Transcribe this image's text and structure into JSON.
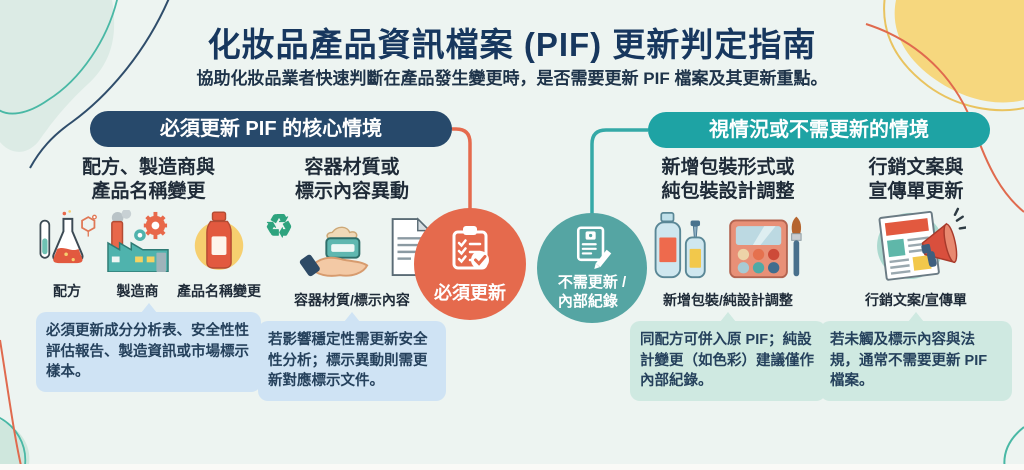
{
  "title": "化妝品產品資訊檔案 (PIF) 更新判定指南",
  "subtitle": "協助化妝品業者快速判斷在產品發生變更時，是否需要更新 PIF 檔案及其更新重點。",
  "left_section": {
    "header": "必須更新 PIF 的核心情境",
    "columns": [
      {
        "heading1": "配方、製造商與",
        "heading2": "產品名稱變更",
        "icon_labels": [
          "配方",
          "製造商",
          "產品名稱變更"
        ],
        "note": "必須更新成分分析表、安全性性評估報告、製造資訊或市場標示樣本。"
      },
      {
        "heading1": "容器材質或",
        "heading2": "標示內容異動",
        "icon_labels": [
          "容器材質/標示內容"
        ],
        "note": "若影響穩定性需更新安全性分析；標示異動則需更新對應標示文件。"
      }
    ]
  },
  "right_section": {
    "header": "視情況或不需更新的情境",
    "columns": [
      {
        "heading1": "新增包裝形式或",
        "heading2": "純包裝設計調整",
        "icon_labels": [
          "新增包裝/純設計調整"
        ],
        "note": "同配方可併入原 PIF；純設計變更（如色彩）建議僅作內部紀錄。"
      },
      {
        "heading1": "行銷文案與",
        "heading2": "宣傳單更新",
        "icon_labels": [
          "行銷文案/宣傳單"
        ],
        "note": "若未觸及標示內容與法規，通常不需要更新 PIF 檔案。"
      }
    ]
  },
  "badges": {
    "must_update": {
      "label": "必須更新"
    },
    "no_update": {
      "label_line1": "不需更新 /",
      "label_line2": "內部紀錄"
    }
  },
  "icons": [
    "flask-icon",
    "factory-icon",
    "bottle-icon",
    "recycle-icon",
    "hand-cream-jar-icon",
    "document-check-icon",
    "bottles-packaging-icon",
    "palette-brush-icon",
    "flyer-megaphone-icon",
    "clipboard-check-icon",
    "document-pencil-icon"
  ],
  "recycle_glyph": "♻",
  "colors": {
    "background": "#edf4f1",
    "title": "#17375e",
    "navy_pill": "#27496b",
    "teal_pill": "#1ea3a4",
    "orange_accent": "#e56a4d",
    "teal_badge": "#55a5a3",
    "note_blue": "#cfe3f4",
    "note_teal": "#cfe9e1"
  }
}
